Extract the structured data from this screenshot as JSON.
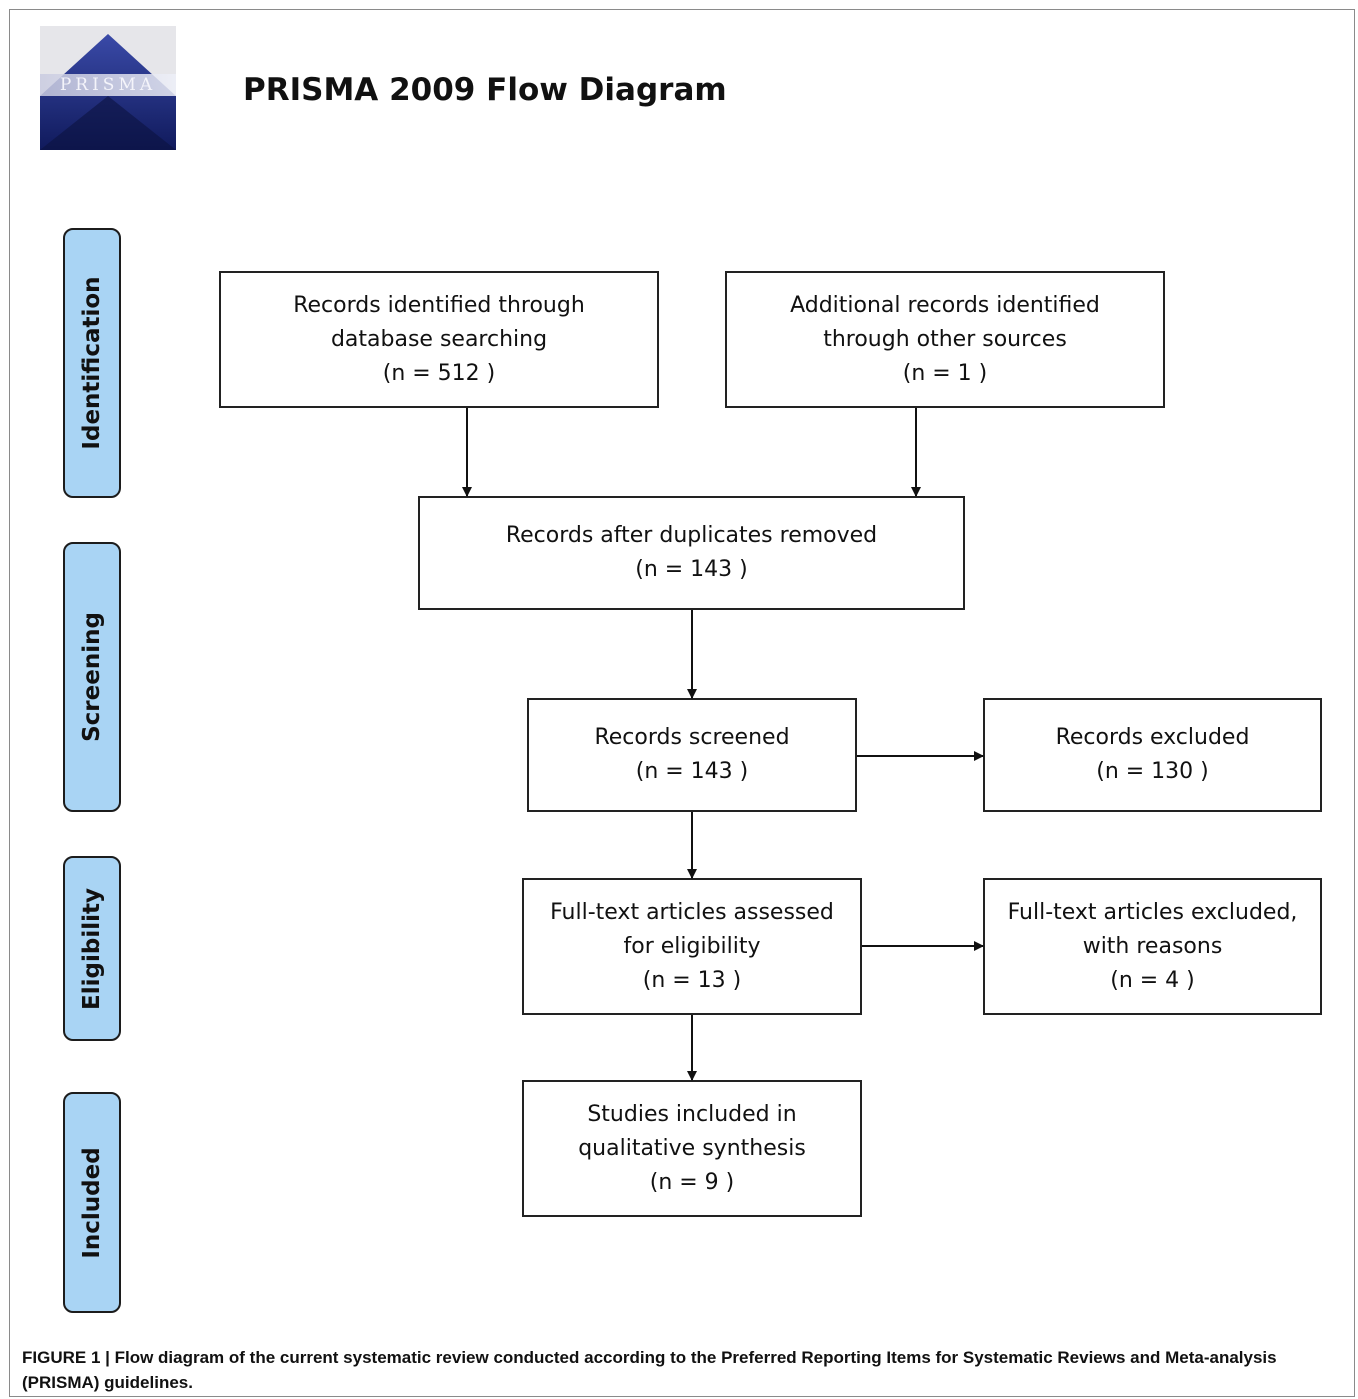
{
  "header": {
    "logo_text": "PRISMA",
    "title": "PRISMA 2009 Flow Diagram"
  },
  "stages": [
    {
      "label": "Identification"
    },
    {
      "label": "Screening"
    },
    {
      "label": "Eligibility"
    },
    {
      "label": "Included"
    }
  ],
  "boxes": {
    "database": {
      "line1": "Records identified through",
      "line2": "database searching",
      "count": "(n = 512 )"
    },
    "other": {
      "line1": "Additional records identified",
      "line2": "through other sources",
      "count": "(n = 1  )"
    },
    "duplicates": {
      "line1": "Records after duplicates removed",
      "count": "(n = 143  )"
    },
    "screened": {
      "line1": "Records screened",
      "count": "(n = 143  )"
    },
    "excluded": {
      "line1": "Records excluded",
      "count": "(n = 130  )"
    },
    "fulltext": {
      "line1": "Full-text articles assessed",
      "line2": "for eligibility",
      "count": "(n = 13  )"
    },
    "fulltext_excluded": {
      "line1": "Full-text articles excluded,",
      "line2": "with reasons",
      "count": "(n = 4  )"
    },
    "included": {
      "line1": "Studies included in",
      "line2": "qualitative synthesis",
      "count": "(n = 9  )"
    }
  },
  "caption": "FIGURE 1 | Flow diagram of the current systematic review conducted according to the Preferred Reporting Items for Systematic Reviews and Meta-analysis (PRISMA) guidelines.",
  "colors": {
    "stage_fill": "#a9d4f4",
    "logo_blue": "#1f2f86"
  }
}
